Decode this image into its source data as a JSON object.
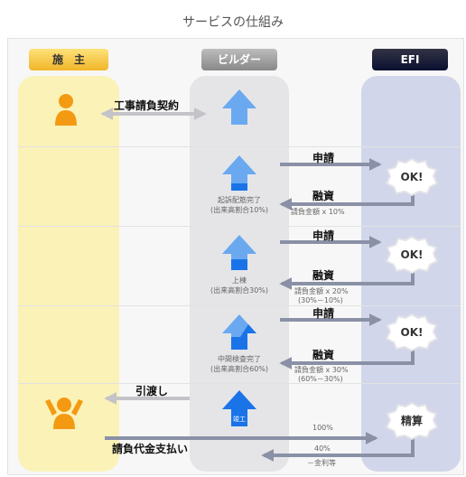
{
  "title": "サービスの仕組み",
  "columns": {
    "owner": "施　主",
    "builder": "ビルダー",
    "efi": "EFI"
  },
  "row1": {
    "contract": "工事請負契約"
  },
  "row2": {
    "apply": "申請",
    "ok": "OK!",
    "finance": "融資",
    "milestone": "起訴配筋完了",
    "ratio": "(出来高割合10%)",
    "amount": "請負金額 x 10%"
  },
  "row3": {
    "apply": "申請",
    "ok": "OK!",
    "finance": "融資",
    "milestone": "上棟",
    "ratio": "(出来高割合30%)",
    "amount": "請負金額 x 20%",
    "amount_detail": "(30%－10%)"
  },
  "row4": {
    "apply": "申請",
    "ok": "OK!",
    "finance": "融資",
    "milestone": "中間検査完了",
    "ratio": "(出来高割合60%)",
    "amount": "請負金額 x 30%",
    "amount_detail": "(60%－30%)"
  },
  "row5": {
    "handover": "引渡し",
    "completion": "竣工",
    "settle": "精算",
    "pay": "請負代金支払い",
    "pct_total": "100%",
    "pct_rest": "40%",
    "interest": "－金利等"
  },
  "colors": {
    "builder_arrow_light": "#6aa9f0",
    "builder_arrow_dark": "#1a74e8",
    "owner_icon": "#f39a12",
    "flow_arrow": "#8a91a6"
  },
  "icons": {
    "owner": "person-icon",
    "owner_final": "person-cheering-icon",
    "builder": "house-arrow-icon",
    "ok": "burst-badge-icon"
  }
}
